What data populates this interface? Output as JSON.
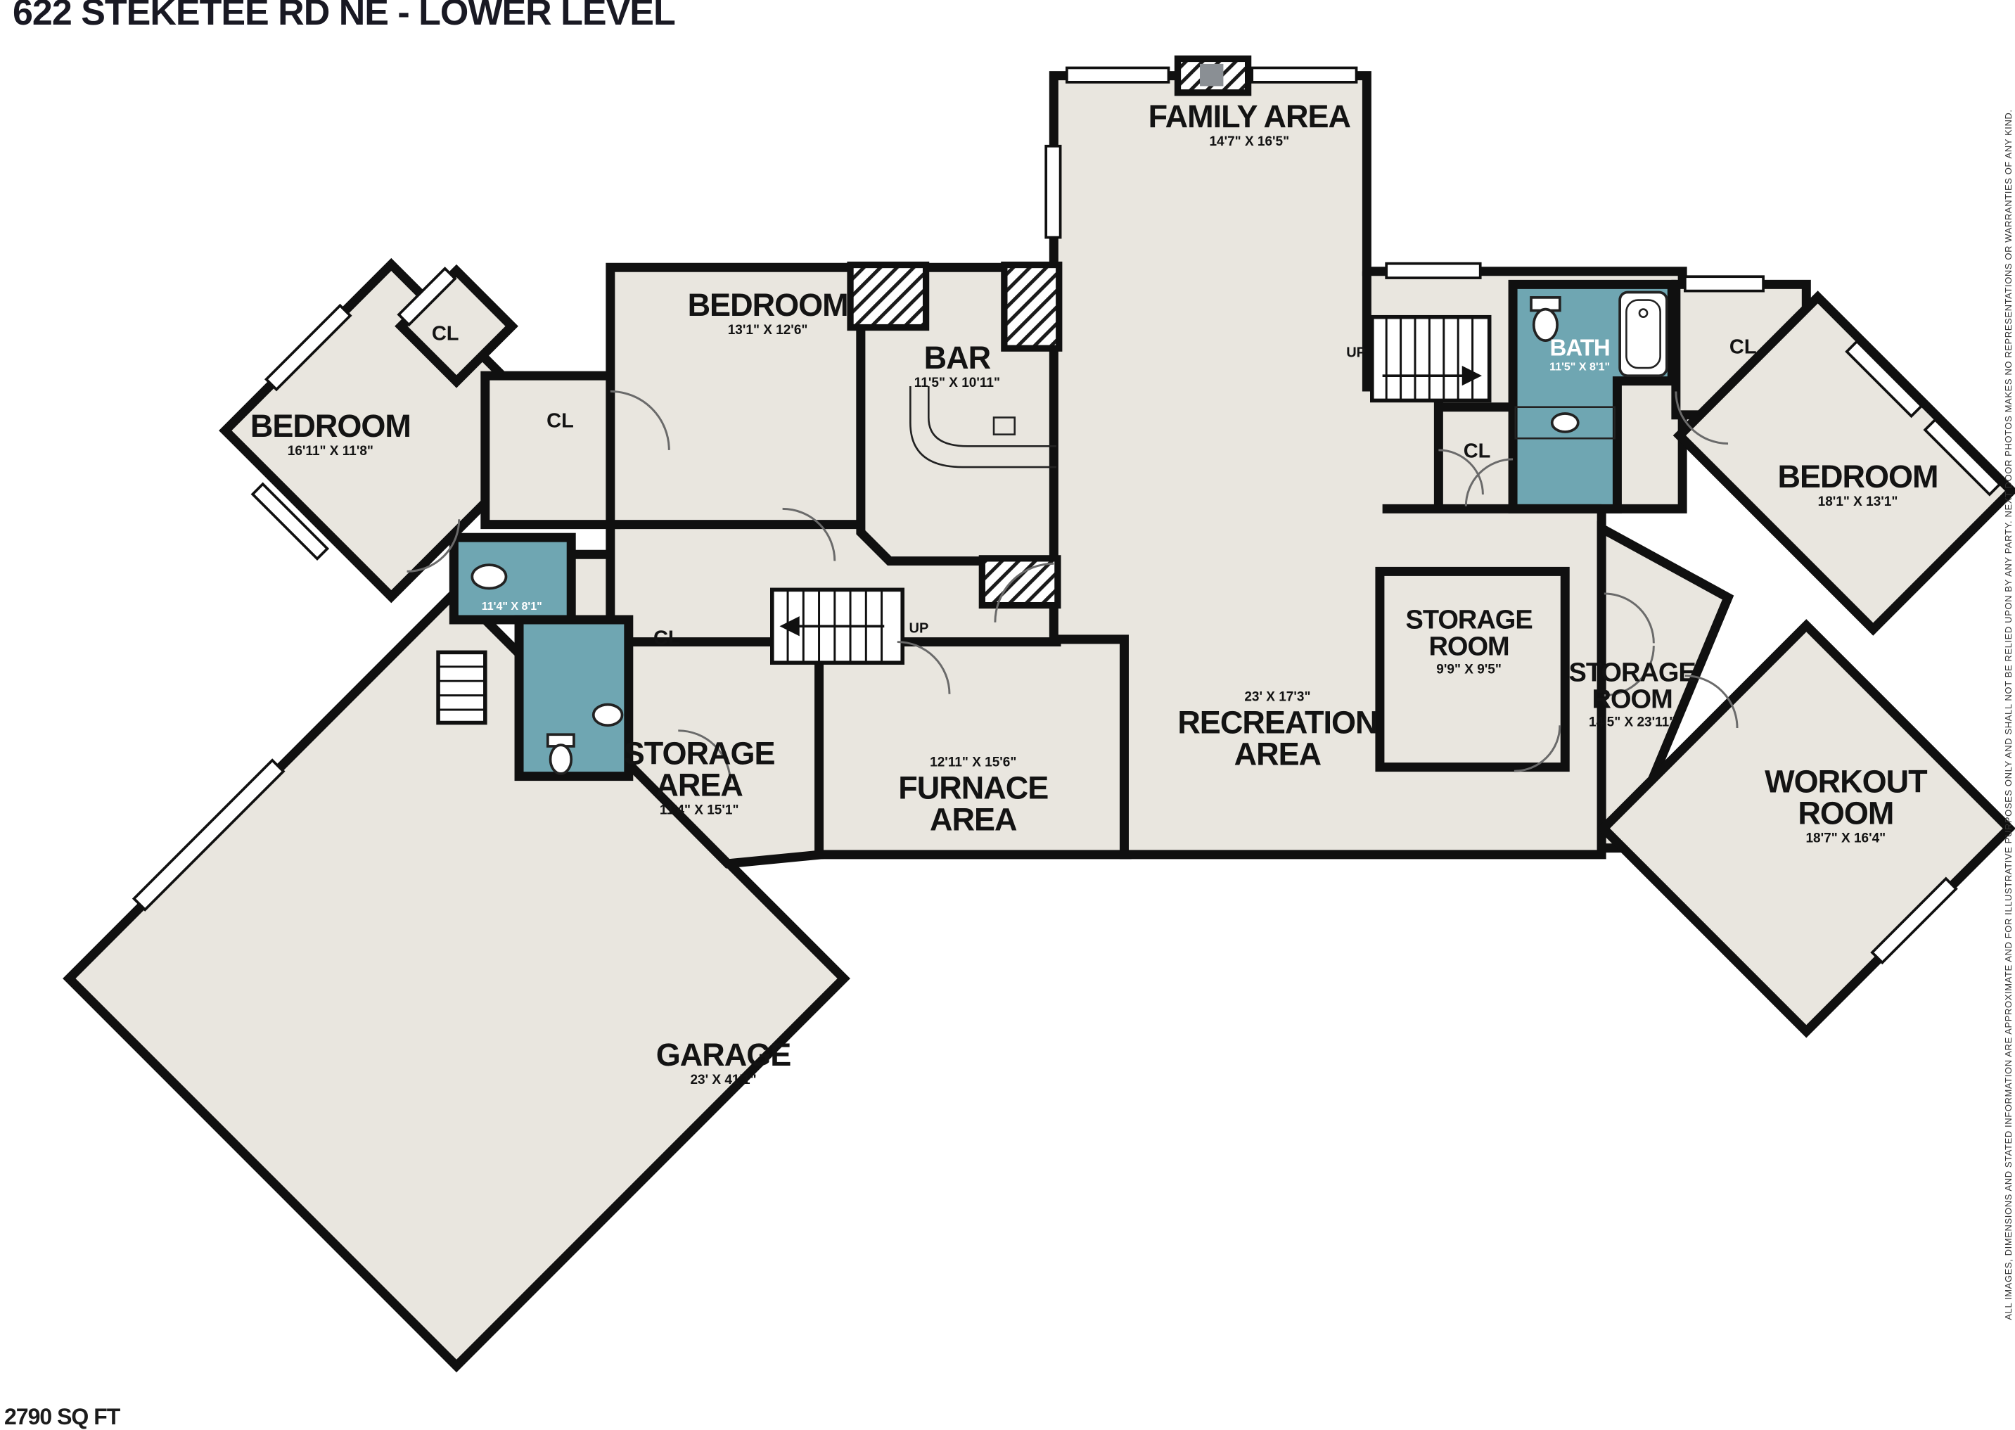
{
  "title": "622 STEKETEE RD NE - LOWER LEVEL",
  "area_total": "2790 SQ FT",
  "disclaimer": "ALL IMAGES, DIMENSIONS AND STATED INFORMATION ARE APPROXIMATE AND FOR ILLUSTRATIVE PURPOSES ONLY AND SHALL NOT BE RELIED UPON BY ANY PARTY. NEXT DOOR PHOTOS MAKES NO REPRESENTATIONS OR WARRANTIES OF ANY KIND.",
  "labels": {
    "closet": "CL",
    "up": "UP"
  },
  "colors": {
    "wall": "#101010",
    "floor": "#e9e6df",
    "bath": "#6fa6b2",
    "background": "#ffffff",
    "title": "#191923"
  },
  "rooms": [
    {
      "id": "family-area",
      "name": "FAMILY AREA",
      "dims": "14'7\" X 16'5\""
    },
    {
      "id": "bedroom-center",
      "name": "BEDROOM",
      "dims": "13'1\" X 12'6\""
    },
    {
      "id": "bar",
      "name": "BAR",
      "dims": "11'5\" X 10'11\""
    },
    {
      "id": "bedroom-left",
      "name": "BEDROOM",
      "dims": "16'11\" X 11'8\""
    },
    {
      "id": "bath-right",
      "name": "BATH",
      "dims": "11'5\" X 8'1\""
    },
    {
      "id": "bedroom-right",
      "name": "BEDROOM",
      "dims": "18'1\" X 13'1\""
    },
    {
      "id": "storage-room-small",
      "name": "STORAGE ROOM",
      "dims": "9'9\" X 9'5\""
    },
    {
      "id": "storage-room-large",
      "name": "STORAGE ROOM",
      "dims": "14'5\" X 23'11\""
    },
    {
      "id": "recreation-area",
      "name": "RECREATION AREA",
      "dims": "23' X 17'3\""
    },
    {
      "id": "storage-area",
      "name": "STORAGE AREA",
      "dims": "11'4\" X 15'1\""
    },
    {
      "id": "furnace-area",
      "name": "FURNACE AREA",
      "dims": "12'11\" X 15'6\""
    },
    {
      "id": "workout-room",
      "name": "WORKOUT ROOM",
      "dims": "18'7\" X 16'4\""
    },
    {
      "id": "garage",
      "name": "GARAGE",
      "dims": "23' X 41'1\""
    },
    {
      "id": "bath-left",
      "name": "",
      "dims": "11'4\" X 8'1\""
    }
  ]
}
